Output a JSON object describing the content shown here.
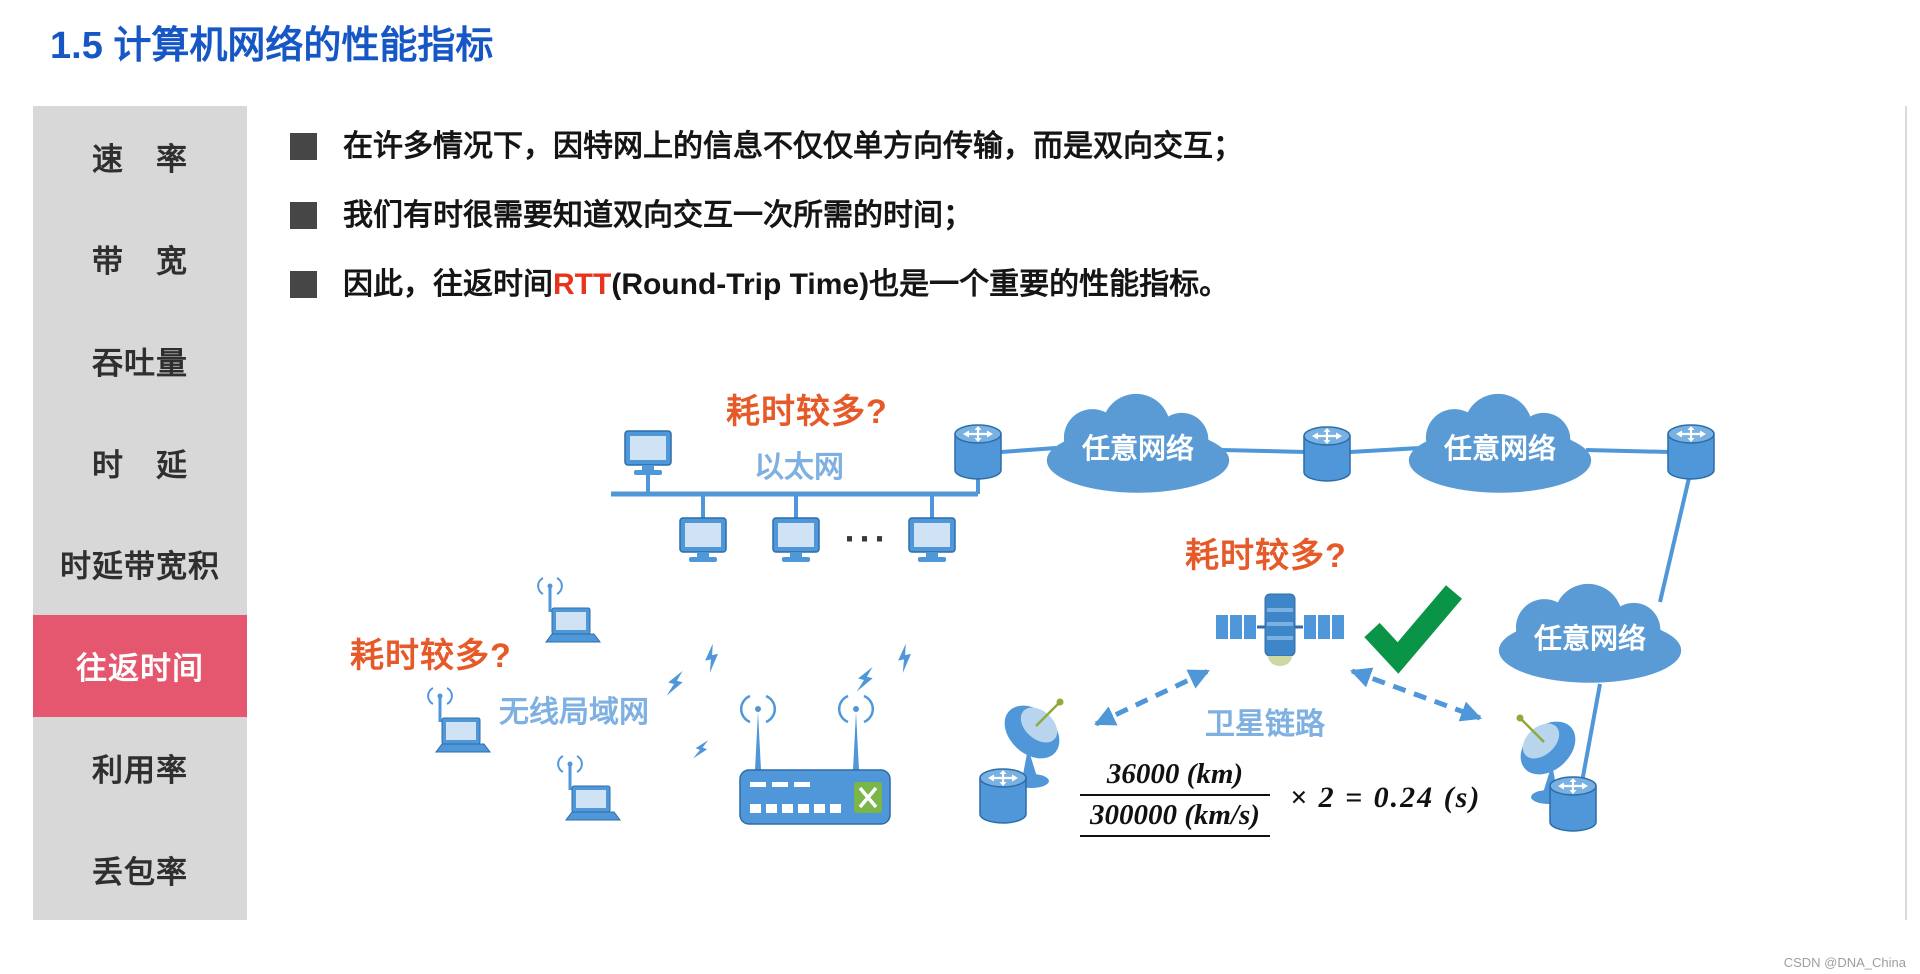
{
  "page": {
    "title": "1.5 计算机网络的性能指标",
    "watermark": "CSDN @DNA_China"
  },
  "colors": {
    "title_blue": "#1657c5",
    "diagram_blue": "#4f97d9",
    "cloud_blue": "#5b9bd5",
    "location_label_blue": "#7fb0e2",
    "active_item_pink": "#e4576f",
    "hot_label_orange": "#e55a28",
    "rtt_red": "#e8341c",
    "check_green": "#0a9447",
    "sidebar_gray": "#d8d8d8"
  },
  "sidebar": {
    "items": [
      {
        "label": "速　率",
        "active": false
      },
      {
        "label": "带　宽",
        "active": false
      },
      {
        "label": "吞吐量",
        "active": false
      },
      {
        "label": "时　延",
        "active": false
      },
      {
        "label": "时延带宽积",
        "active": false
      },
      {
        "label": "往返时间",
        "active": true
      },
      {
        "label": "利用率",
        "active": false
      },
      {
        "label": "丢包率",
        "active": false
      }
    ]
  },
  "bullets": {
    "b1": "在许多情况下，因特网上的信息不仅仅单方向传输，而是双向交互；",
    "b2": "我们有时很需要知道双向交互一次所需的时间；",
    "b3_pre": "因此，往返时间",
    "b3_red": "RTT",
    "b3_post": "(Round-Trip Time)也是一个重要的性能指标。"
  },
  "diagram": {
    "hot_label": "耗时较多?",
    "ethernet_label": "以太网",
    "wlan_label": "无线局域网",
    "satellite_link_label": "卫星链路",
    "any_network_label": "任意网络",
    "dots": "···",
    "formula": {
      "numerator": "36000  (km)",
      "denominator": "300000  (km/s)",
      "rest": "×  2  =  0.24  (s)"
    }
  }
}
